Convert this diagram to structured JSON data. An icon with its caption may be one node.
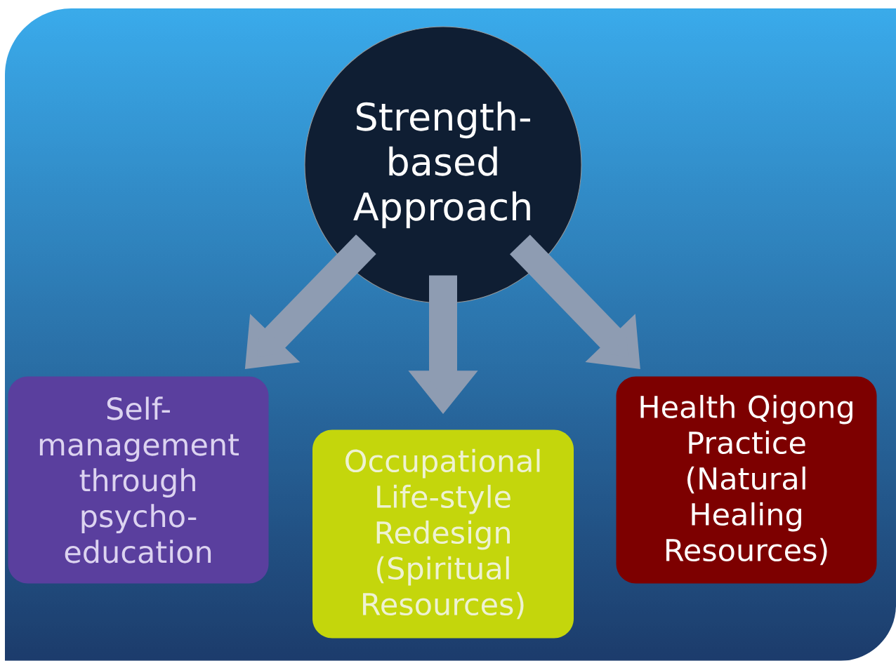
{
  "diagram": {
    "nodes": [
      {
        "text": [
          "Strength-based Approach"
        ]
      },
      {
        "text": [
          "Self-management through psycho-education"
        ]
      },
      {
        "text": [
          "Occupational Life-style Redesign (Spiritual Resources)"
        ]
      },
      {
        "text": [
          "Health Qigong Practice (Natural Healing Resources)"
        ]
      }
    ],
    "edges": [
      {
        "from": 0,
        "to": 1,
        "arrow": "to"
      },
      {
        "from": 0,
        "to": 2,
        "arrow": "to"
      },
      {
        "from": 0,
        "to": 3,
        "arrow": "to"
      }
    ]
  }
}
